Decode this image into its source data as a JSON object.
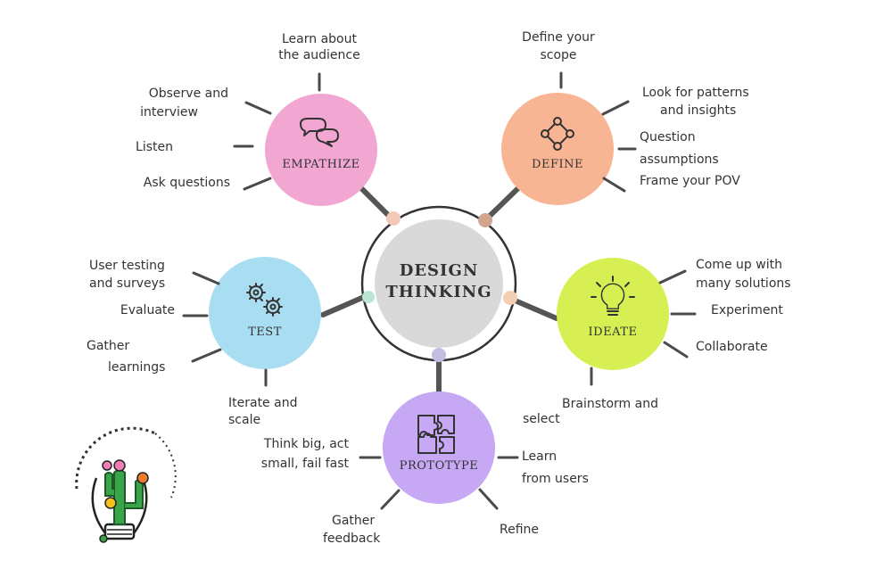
{
  "center": {
    "line1": "DESIGN",
    "line2": "THINKING"
  },
  "colors": {
    "empathize": "#f2a7d3",
    "define": "#f8b594",
    "ideate": "#d7ef52",
    "prototype": "#c6a8f5",
    "test": "#a9def2",
    "center": "#d9d9d9"
  },
  "stages": {
    "empathize": {
      "label": "EMPATHIZE",
      "icon": "speech-bubbles-icon",
      "notes": [
        "Learn about",
        "the audience",
        "Observe and",
        "interview",
        "Listen",
        "Ask questions"
      ]
    },
    "define": {
      "label": "DEFINE",
      "icon": "connected-nodes-icon",
      "notes": [
        "Define your",
        "scope",
        "Look for patterns",
        "and insights",
        "Question",
        "assumptions",
        "Frame your POV"
      ]
    },
    "ideate": {
      "label": "IDEATE",
      "icon": "lightbulb-icon",
      "notes": [
        "Come up with",
        "many solutions",
        "Experiment",
        "Collaborate",
        "Brainstorm and",
        "select"
      ]
    },
    "prototype": {
      "label": "PROTOTYPE",
      "icon": "puzzle-icon",
      "notes": [
        "Think big, act",
        "small, fail fast",
        "Learn",
        "from users",
        "Gather",
        "feedback",
        "Refine"
      ]
    },
    "test": {
      "label": "TEST",
      "icon": "gears-icon",
      "notes": [
        "User testing",
        "and surveys",
        "Evaluate",
        "Gather",
        "learnings",
        "Iterate and",
        "scale"
      ]
    }
  }
}
